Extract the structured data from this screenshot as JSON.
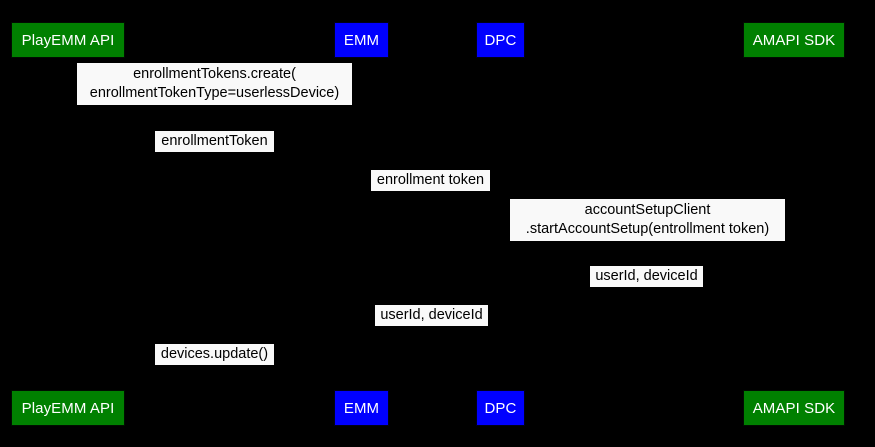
{
  "diagram": {
    "type": "uml-sequence-diagram",
    "background_color": "#000000",
    "title": "",
    "participant_colors": {
      "green": "#008000",
      "blue": "#0000FF",
      "label_background": "#F9F9F9",
      "label_text": "#000000",
      "participant_text": "#FFFFFF"
    }
  },
  "participants": [
    {
      "id": "playemm",
      "label": "PlayEMM API",
      "color": "green"
    },
    {
      "id": "emm",
      "label": "EMM",
      "color": "blue"
    },
    {
      "id": "dpc",
      "label": "DPC",
      "color": "blue"
    },
    {
      "id": "amapi",
      "label": "AMAPI SDK",
      "color": "green"
    }
  ],
  "messages": [
    {
      "id": "m1",
      "from": "emm",
      "to": "playemm",
      "lines": [
        "enrollmentTokens.create(",
        "enrollmentTokenType=userlessDevice)"
      ]
    },
    {
      "id": "m2",
      "from": "playemm",
      "to": "emm",
      "lines": [
        "enrollmentToken"
      ]
    },
    {
      "id": "m3",
      "from": "emm",
      "to": "dpc",
      "lines": [
        "enrollment token"
      ]
    },
    {
      "id": "m4",
      "from": "dpc",
      "to": "amapi",
      "lines": [
        "accountSetupClient",
        ".startAccountSetup(entrollment token)"
      ]
    },
    {
      "id": "m5",
      "from": "amapi",
      "to": "dpc",
      "lines": [
        "userId, deviceId"
      ]
    },
    {
      "id": "m6",
      "from": "dpc",
      "to": "emm",
      "lines": [
        "userId, deviceId"
      ]
    },
    {
      "id": "m7",
      "from": "emm",
      "to": "playemm",
      "lines": [
        "devices.update()"
      ]
    }
  ]
}
